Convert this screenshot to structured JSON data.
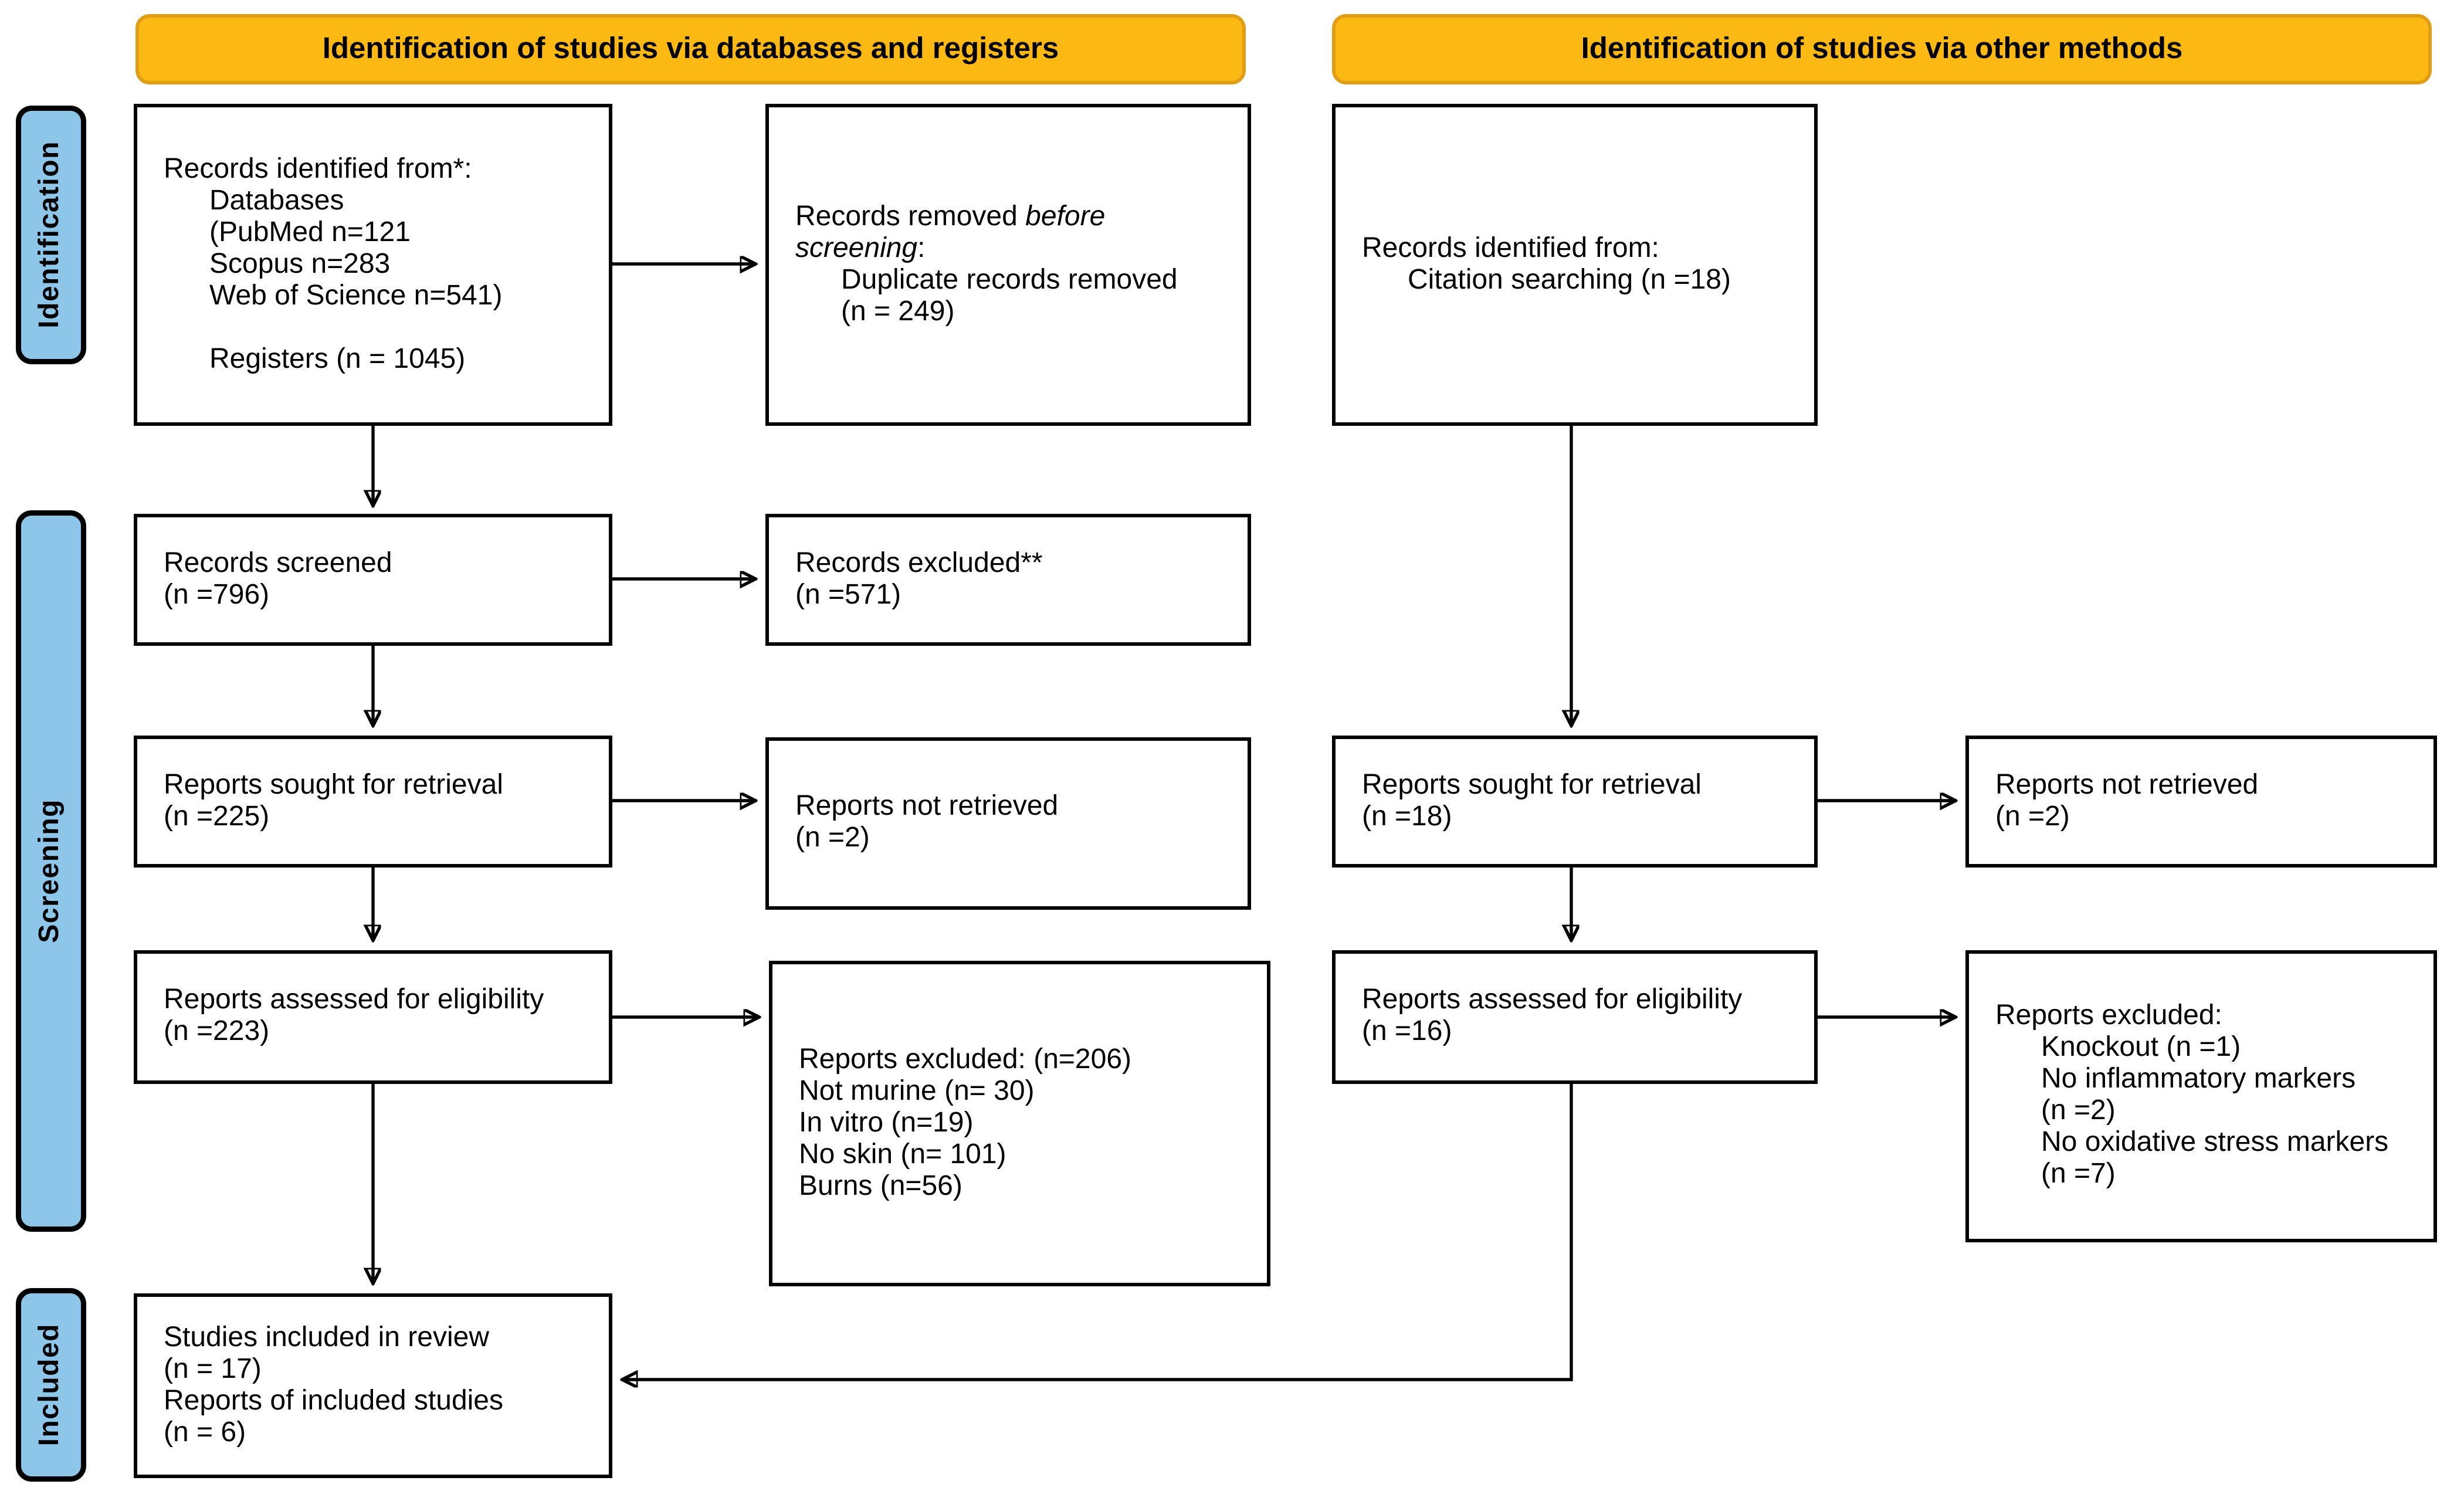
{
  "banners": {
    "left": "Identification of studies via databases and registers",
    "right": "Identification of studies via other methods"
  },
  "stage_labels": {
    "identification": "Identification",
    "screening": "Screening",
    "included": "Included"
  },
  "colors": {
    "banner_fill": "#FCB813",
    "banner_border": "#E09D16",
    "stage_fill": "#8EC6E9",
    "box_border": "#000000",
    "arrow": "#000000",
    "background": "#FFFFFF"
  },
  "boxes": {
    "db_identified": {
      "lines": [
        "Records identified from*:",
        "Databases",
        "(PubMed n=121",
        "Scopus n=283",
        "Web of Science n=541)",
        "Registers (n = 1045)"
      ]
    },
    "records_removed": {
      "line1_pre": "Records removed ",
      "line1_em": "before",
      "line2_em": "screening",
      "line2_post": ":",
      "line3": "Duplicate records removed",
      "line4": "(n = 249)"
    },
    "records_screened": {
      "lines": [
        "Records screened",
        "(n =796)"
      ]
    },
    "records_excluded": {
      "lines": [
        "Records excluded**",
        "(n =571)"
      ]
    },
    "reports_sought_db": {
      "lines": [
        "Reports sought for retrieval",
        "(n =225)"
      ]
    },
    "reports_not_retrieved_db": {
      "lines": [
        "Reports not retrieved",
        "(n =2)"
      ]
    },
    "reports_assessed_db": {
      "lines": [
        "Reports assessed for eligibility",
        "(n =223)"
      ]
    },
    "reports_excluded_db": {
      "lines": [
        "Reports excluded: (n=206)",
        "Not murine (n= 30)",
        "In vitro (n=19)",
        "No skin (n= 101)",
        "Burns (n=56)"
      ]
    },
    "other_identified": {
      "lines": [
        "Records identified from:",
        "Citation searching (n =18)"
      ]
    },
    "reports_sought_other": {
      "lines": [
        "Reports sought for retrieval",
        "(n =18)"
      ]
    },
    "reports_not_retrieved_other": {
      "lines": [
        "Reports not retrieved",
        "(n =2)"
      ]
    },
    "reports_assessed_other": {
      "lines": [
        "Reports assessed for eligibility",
        "(n =16)"
      ]
    },
    "reports_excluded_other": {
      "lines": [
        "Reports excluded:",
        "Knockout (n =1)",
        "No inflammatory markers",
        "(n =2)",
        "No oxidative stress markers",
        "(n =7)"
      ]
    },
    "included": {
      "lines": [
        "Studies included in review",
        "(n = 17)",
        "Reports of included studies",
        "(n = 6)"
      ]
    }
  }
}
